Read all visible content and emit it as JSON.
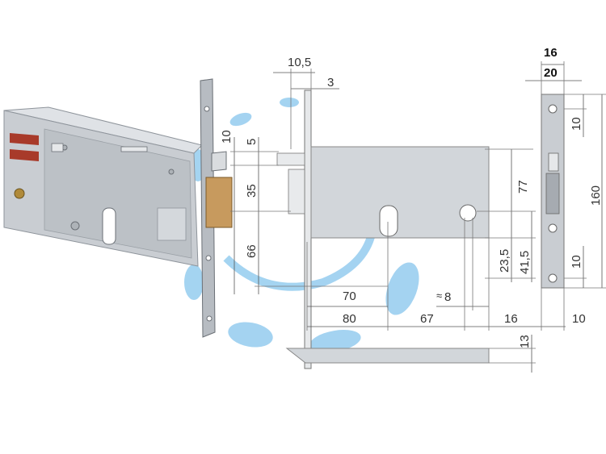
{
  "colors": {
    "metal": "#c9cdd2",
    "metal_dark": "#8e949b",
    "brass": "#c79a5e",
    "red_label": "#a83a2a",
    "watermark": "#5ab0e6"
  },
  "dimensions": {
    "top_10_5": "10,5",
    "top_3": "3",
    "faceplate_16": "16",
    "faceplate_20": "20",
    "v_10": "10",
    "v_5": "5",
    "v_35": "35",
    "v_66": "66",
    "v_77": "77",
    "v_23_5": "23,5",
    "v_41_5": "41,5",
    "v_160": "160",
    "right_10_top": "10",
    "right_10_bottom": "10",
    "h_70": "70",
    "h_8": "8",
    "h_80": "80",
    "h_67": "67",
    "h_16": "16",
    "h_10": "10",
    "v_13": "13"
  }
}
